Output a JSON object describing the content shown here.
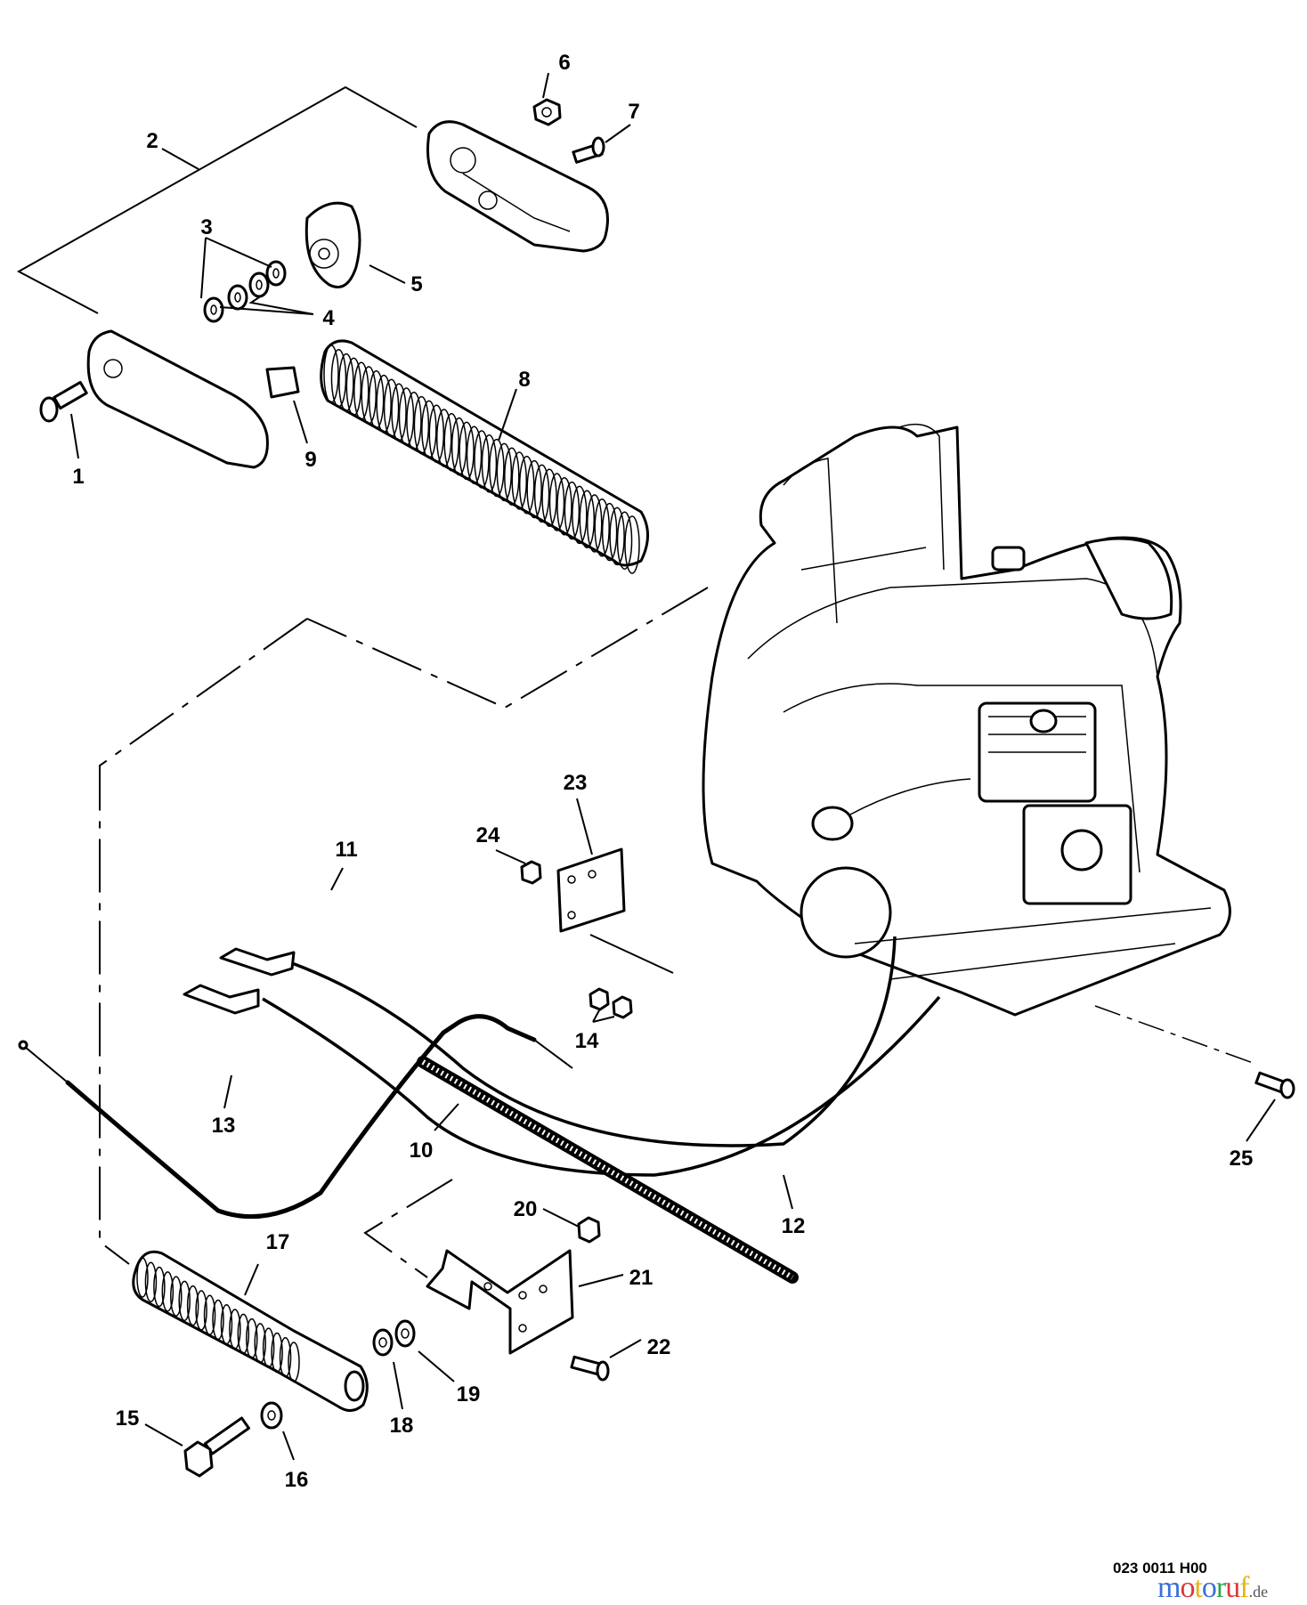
{
  "diagram": {
    "title": "Backpack blower frame / throttle parts diagram",
    "drawing_code": "023 0011 H00",
    "watermark": {
      "brand": "motoruf",
      "tld": ".de",
      "colors": [
        "#3b6fd8",
        "#d93a3a",
        "#e8b41c",
        "#3b6fd8",
        "#2da44e",
        "#d93a3a",
        "#e8b41c"
      ]
    },
    "callouts": [
      {
        "id": "1",
        "part": "screw"
      },
      {
        "id": "2",
        "part": "throttle handle assembly"
      },
      {
        "id": "3",
        "part": "washer"
      },
      {
        "id": "4",
        "part": "washer"
      },
      {
        "id": "5",
        "part": "throttle lever / collar"
      },
      {
        "id": "6",
        "part": "nut"
      },
      {
        "id": "7",
        "part": "screw"
      },
      {
        "id": "8",
        "part": "flex pipe"
      },
      {
        "id": "9",
        "part": "pad"
      },
      {
        "id": "10",
        "part": "cable protector tube"
      },
      {
        "id": "11",
        "part": "stop switch wire"
      },
      {
        "id": "12",
        "part": "wire harness"
      },
      {
        "id": "13",
        "part": "throttle cable"
      },
      {
        "id": "14",
        "part": "nuts"
      },
      {
        "id": "15",
        "part": "bolt"
      },
      {
        "id": "16",
        "part": "washer"
      },
      {
        "id": "17",
        "part": "pipe with spring"
      },
      {
        "id": "18",
        "part": "washer"
      },
      {
        "id": "19",
        "part": "washer"
      },
      {
        "id": "20",
        "part": "nut"
      },
      {
        "id": "21",
        "part": "bracket"
      },
      {
        "id": "22",
        "part": "bolt"
      },
      {
        "id": "23",
        "part": "plate"
      },
      {
        "id": "24",
        "part": "nut"
      },
      {
        "id": "25",
        "part": "bolt"
      }
    ]
  }
}
